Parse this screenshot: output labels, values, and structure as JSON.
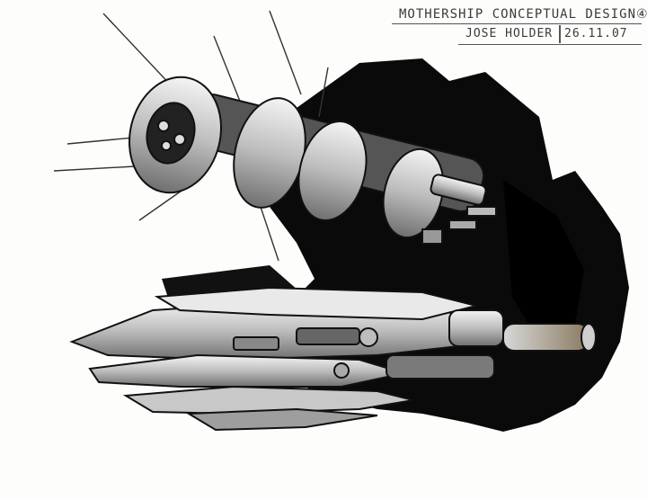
{
  "title_block": {
    "title": "MOTHERSHIP CONCEPTUAL DESIGN④",
    "artist": "JOSE HOLDER",
    "date": "26.11.07"
  },
  "colors": {
    "ink": "#0a0a0a",
    "paper": "#fdfdfc",
    "metal_light": "#e6e6e6",
    "metal_mid": "#9a9a9a",
    "warm_accent": "#8a7a60"
  }
}
